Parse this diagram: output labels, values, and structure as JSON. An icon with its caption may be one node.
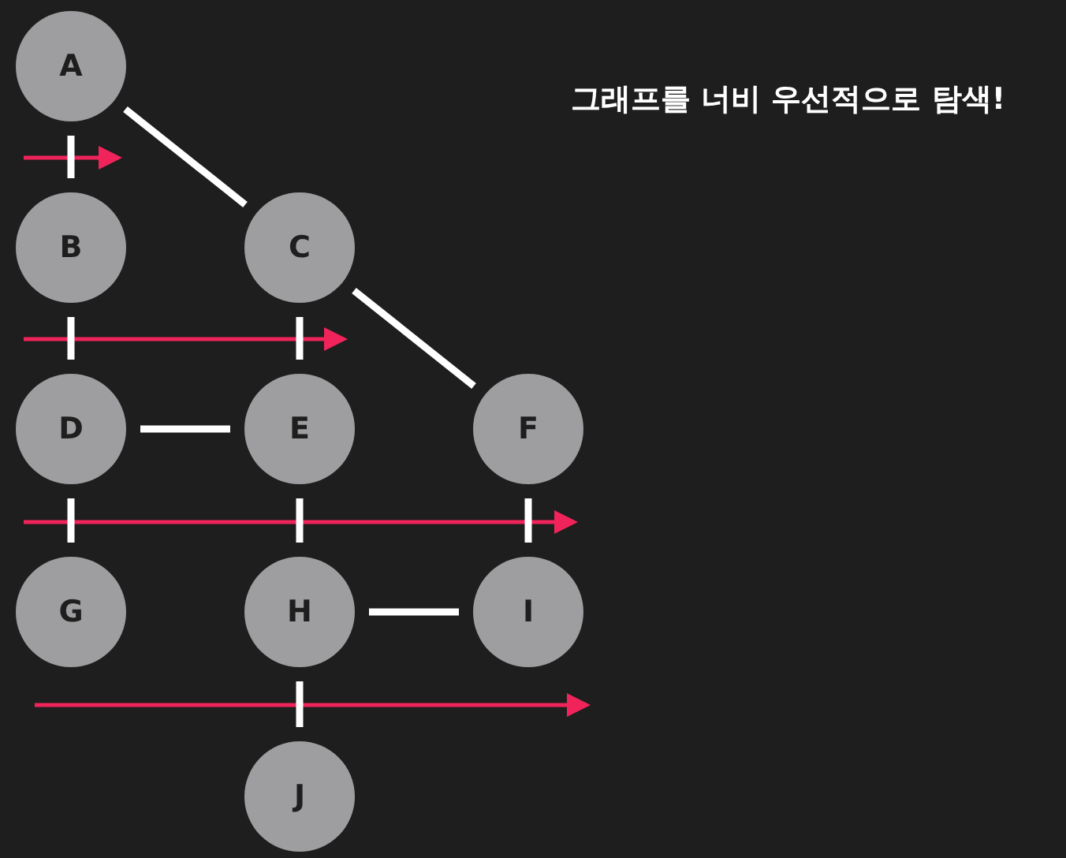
{
  "diagram": {
    "title": "그래프를 너비 우선적으로 탐색!",
    "nodes": [
      {
        "text": [
          "A"
        ]
      },
      {
        "text": [
          "B"
        ]
      },
      {
        "text": [
          "C"
        ]
      },
      {
        "text": [
          "D"
        ]
      },
      {
        "text": [
          "E"
        ]
      },
      {
        "text": [
          "F"
        ]
      },
      {
        "text": [
          "G"
        ]
      },
      {
        "text": [
          "H"
        ]
      },
      {
        "text": [
          "I"
        ]
      },
      {
        "text": [
          "J"
        ]
      }
    ],
    "edges": [
      {
        "from": 0,
        "to": 1,
        "arrow": "none"
      },
      {
        "from": 0,
        "to": 2,
        "arrow": "none"
      },
      {
        "from": 1,
        "to": 3,
        "arrow": "none"
      },
      {
        "from": 2,
        "to": 4,
        "arrow": "none"
      },
      {
        "from": 2,
        "to": 5,
        "arrow": "none"
      },
      {
        "from": 3,
        "to": 4,
        "arrow": "none"
      },
      {
        "from": 3,
        "to": 6,
        "arrow": "none"
      },
      {
        "from": 4,
        "to": 7,
        "arrow": "none"
      },
      {
        "from": 5,
        "to": 8,
        "arrow": "none"
      },
      {
        "from": 7,
        "to": 8,
        "arrow": "none"
      },
      {
        "from": 7,
        "to": 9,
        "arrow": "none"
      }
    ]
  }
}
